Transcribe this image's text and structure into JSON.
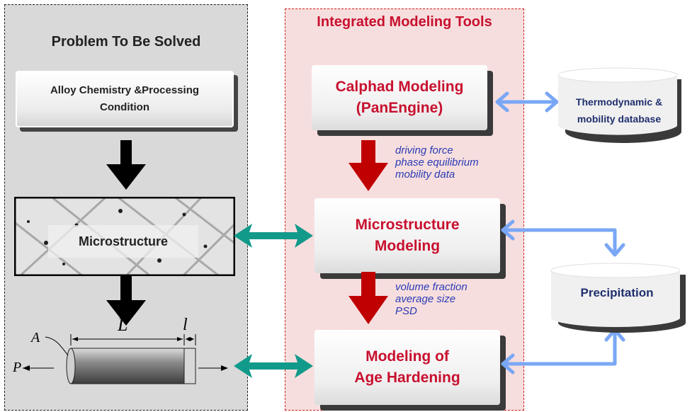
{
  "left_panel": {
    "title": "Problem To Be Solved",
    "alloy_box": "Alloy Chemistry &Processing\nCondition",
    "microstructure_label": "Microstructure",
    "rod": {
      "length_label": "L",
      "elongation_label": "l",
      "area_label": "A",
      "force_label": "P"
    }
  },
  "middle_panel": {
    "title": "Integrated Modeling Tools",
    "calphad_box": "Calphad Modeling\n(PanEngine)",
    "microstructure_box": "Microstructure\nModeling",
    "hardening_box": "Modeling of\nAge Hardening",
    "note_1": "driving force\nphase equilibrium\nmobility data",
    "note_2": "volume fraction\naverage size\nPSD"
  },
  "databases": {
    "thermo": "Thermodynamic &\nmobility database",
    "precipitation": "Precipitation"
  },
  "colors": {
    "red_text": "#c8102e",
    "down_arrow_red": "#c00000",
    "down_arrow_black": "#000000",
    "teal_arrow": "#119a8a",
    "blue_arrow": "#7aa7f5",
    "note_blue": "#2a3bb5"
  }
}
